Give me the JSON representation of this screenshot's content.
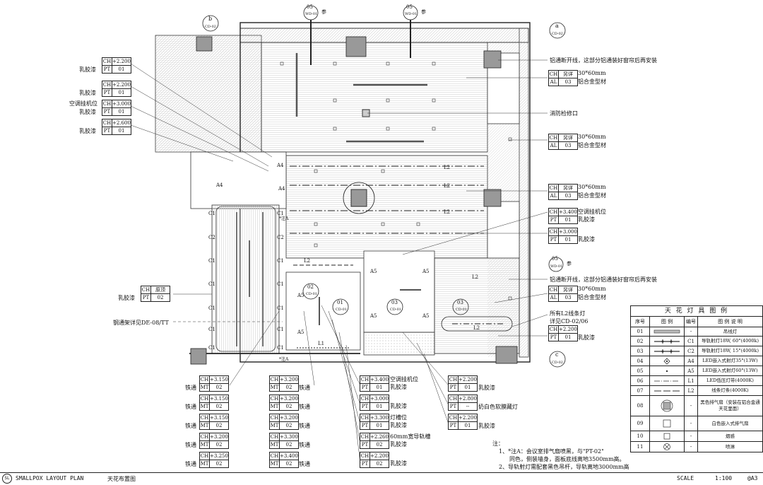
{
  "sections": [
    {
      "num": "05",
      "sheet": "WD-01",
      "suffix": "参"
    },
    {
      "num": "05",
      "sheet": "WD-01",
      "suffix": "参"
    },
    {
      "num": "05",
      "sheet": "WD-01",
      "suffix": "参"
    }
  ],
  "details": {
    "b": {
      "letter": "b",
      "sheet": "CD-02"
    },
    "a": {
      "letter": "a",
      "sheet": "CD-02"
    },
    "c": {
      "letter": "c",
      "sheet": "CD-02"
    },
    "d02": {
      "num": "02",
      "sheet": "CD-01"
    },
    "d01": {
      "num": "01",
      "sheet": "CD-01"
    },
    "d03a": {
      "num": "03",
      "sheet": "CD-01"
    },
    "d03b": {
      "num": "03",
      "sheet": "CD-01"
    }
  },
  "left_tags": [
    {
      "ch": "+2.200",
      "pt": "01",
      "label": "乳胶漆"
    },
    {
      "ch": "+2.200",
      "pt": "01",
      "label": "乳胶漆"
    },
    {
      "ch": "+3.000",
      "pt": "01",
      "label": "空调挂机位"
    },
    {
      "ch": "+2.600",
      "pt": "01",
      "label": "乳胶漆"
    }
  ],
  "left_extra": {
    "sub_label": "乳胶漆"
  },
  "mid_left_tag": {
    "ch": "原顶",
    "pt": "02",
    "label": "乳胶漆"
  },
  "steel_note": "钢通架详见DE-08/TT",
  "bottom_tags_left": [
    {
      "ch": "+3.150",
      "mt": "02",
      "label": "铁通"
    },
    {
      "ch": "+3.150",
      "mt": "02",
      "label": "铁通"
    },
    {
      "ch": "+3.150",
      "mt": "02",
      "label": "铁通"
    },
    {
      "ch": "+3.200",
      "mt": "02",
      "label": "铁通"
    },
    {
      "ch": "+3.250",
      "mt": "02",
      "label": "铁通"
    }
  ],
  "bottom_tags_mid": [
    {
      "ch": "+3.200",
      "mt": "02",
      "label": "铁通"
    },
    {
      "ch": "+3.200",
      "mt": "02",
      "label": "铁通"
    },
    {
      "ch": "+3.200",
      "mt": "02",
      "label": "铁通"
    },
    {
      "ch": "+3.300",
      "mt": "02",
      "label": "铁通"
    },
    {
      "ch": "+3.400",
      "mt": "02",
      "label": "铁通"
    }
  ],
  "bottom_tags_c": [
    {
      "ch": "+3.400",
      "pt": "01",
      "label1": "空调挂机位",
      "label2": "乳胶漆"
    },
    {
      "ch": "+3.000",
      "pt": "01",
      "label1": "乳胶漆",
      "label2": ""
    },
    {
      "ch": "+3.300",
      "pt": "01",
      "label1": "灯槽位",
      "label2": "乳胶漆"
    },
    {
      "ch": "+2.260",
      "pt": "02",
      "label1": "60mm宽导轨槽",
      "label2": "乳胶漆"
    },
    {
      "ch": "+2.200",
      "pt": "02",
      "label1": "乳胶漆",
      "label2": ""
    }
  ],
  "bottom_tags_d": [
    {
      "ch": "+2.200",
      "pt": "01",
      "label": "乳胶漆"
    },
    {
      "ch": "+2.800",
      "pt": "--",
      "label": "奶白色软膜藏灯"
    },
    {
      "ch": "+2.200",
      "pt": "01",
      "label": "乳胶漆"
    }
  ],
  "right_notes": {
    "alu1": "铝通断开线，这部分铝通装好窗帘后再安装",
    "alu2": "铝通断开线，这部分铝通装好窗帘后再安装",
    "fire": "消防检修口",
    "l2_note1": "所有L2线条灯",
    "l2_note2": "详见CD-02/06"
  },
  "right_tags": [
    {
      "k1": "CH",
      "v1": "另详",
      "k2": "AL",
      "v2": "03",
      "l1": "30*60mm",
      "l2": "铝合金型材"
    },
    {
      "k1": "CH",
      "v1": "另详",
      "k2": "AL",
      "v2": "03",
      "l1": "30*60mm",
      "l2": "铝合金型材"
    },
    {
      "k1": "CH",
      "v1": "另详",
      "k2": "AL",
      "v2": "03",
      "l1": "30*60mm",
      "l2": "铝合金型材"
    },
    {
      "k1": "CH",
      "v1": "+3.400",
      "k2": "PT",
      "v2": "01",
      "l1": "空调挂机位",
      "l2": "乳胶漆"
    },
    {
      "k1": "CH",
      "v1": "+3.000",
      "k2": "PT",
      "v2": "01",
      "l1": "",
      "l2": "乳胶漆"
    },
    {
      "k1": "CH",
      "v1": "另详",
      "k2": "AL",
      "v2": "03",
      "l1": "30*60mm",
      "l2": "铝合金型材"
    },
    {
      "k1": "CH",
      "v1": "+2.200",
      "k2": "PT",
      "v2": "01",
      "l1": "",
      "l2": "乳胶漆"
    }
  ],
  "plan_labels": {
    "L2": "L2",
    "L1": "L1",
    "A4": "A4",
    "A5": "A5",
    "C1": "C1",
    "C2": "C2",
    "note_mark": "*注A"
  },
  "legend": {
    "title": "天 花 灯 具 图 例",
    "headers": [
      "序号",
      "图 例",
      "编号",
      "图 例 说 明"
    ],
    "rows": [
      {
        "no": "01",
        "code": "-",
        "desc": "吊线灯",
        "icon": "pendant-line-icon"
      },
      {
        "no": "02",
        "code": "C1",
        "desc": "导轨射灯18W, 60°(4000k)",
        "icon": "track-light-icon"
      },
      {
        "no": "03",
        "code": "C2",
        "desc": "导轨射灯18W, 15°(4000k)",
        "icon": "track-light-icon"
      },
      {
        "no": "04",
        "code": "A4",
        "desc": "LED嵌入式射灯35°(13W)",
        "icon": "diamond-icon"
      },
      {
        "no": "05",
        "code": "A5",
        "desc": "LED嵌入式射灯60°(13W)",
        "icon": "dot-icon"
      },
      {
        "no": "06",
        "code": "L1",
        "desc": "LED低压灯带(4000K)",
        "icon": "dash-dot-line-icon"
      },
      {
        "no": "07",
        "code": "L2",
        "desc": "线条灯条(4000K)",
        "icon": "dash-line-icon"
      },
      {
        "no": "08",
        "code": "-",
        "desc": "黑色排气扇（安装在铝合金通天花里面）",
        "icon": "exhaust-fan-icon"
      },
      {
        "no": "09",
        "code": "-",
        "desc": "白色嵌入式排气扇",
        "icon": "white-fan-icon"
      },
      {
        "no": "10",
        "code": "-",
        "desc": "烟感",
        "icon": "smoke-sensor-icon"
      },
      {
        "no": "11",
        "code": "-",
        "desc": "喷淋",
        "icon": "sprinkler-icon"
      }
    ]
  },
  "notes": {
    "head": "注：",
    "line1": "1、*注A：会议室排气扇喷黑，与\"PT-02\"",
    "line2": "同色，侧装墙身，面板底线离地3500mm高。",
    "line3": "2、导轨射灯需配套黑色吊杆，导轨离地3000mm高"
  },
  "footer": {
    "logo": "SL",
    "title_en": "SMALLPOX LAYOUT PLAN",
    "title_cn": "天花布置图",
    "scale_label": "SCALE",
    "scale": "1:100",
    "paper": "@A3"
  }
}
